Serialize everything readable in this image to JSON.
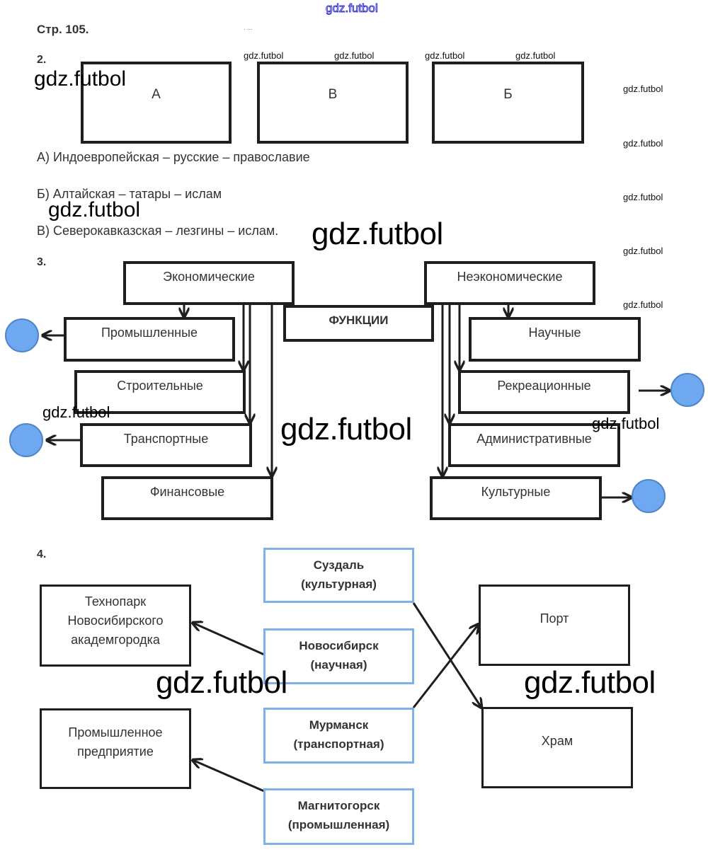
{
  "page": {
    "heading": "Стр. 105.",
    "stray_marks": ". ...",
    "accent_colors": {
      "circle_fill": "#6ea8f0",
      "city_box_border": "#7fb0ea",
      "line": "#1e1e1e"
    }
  },
  "watermarks": {
    "top_outline": "gdz.futbol",
    "small": [
      "gdz.futbol",
      "gdz.futbol",
      "gdz.futbol",
      "gdz.futbol",
      "gdz.futbol",
      "gdz.futbol",
      "gdz.futbol",
      "gdz.futbol",
      "gdz.futbol"
    ],
    "large": [
      "gdz.futbol",
      "gdz.futbol",
      "gdz.futbol",
      "gdz.futbol",
      "gdz.futbol",
      "gdz.futbol",
      "gdz.futbol",
      "gdz.futbol"
    ]
  },
  "task2": {
    "number": "2.",
    "boxes": [
      "А",
      "В",
      "Б"
    ],
    "answers": [
      "А) Индоевропейская – русские – православие",
      "Б) Алтайская – татары – ислам",
      "В) Северокавказская – лезгины – ислам."
    ]
  },
  "task3": {
    "number": "3.",
    "center": "ФУНКЦИИ",
    "economic": {
      "title": "Экономические",
      "items": [
        "Промышленные",
        "Строительные",
        "Транспортные",
        "Финансовые"
      ]
    },
    "non_economic": {
      "title": "Неэкономические",
      "items": [
        "Научные",
        "Рекреационные",
        "Административные",
        "Культурные"
      ]
    },
    "marked_items": [
      "Промышленные",
      "Транспортные",
      "Рекреационные",
      "Культурные"
    ]
  },
  "task4": {
    "number": "4.",
    "cities": [
      {
        "name": "Суздаль",
        "type": "(культурная)"
      },
      {
        "name": "Новосибирск",
        "type": "(научная)"
      },
      {
        "name": "Мурманск",
        "type": "(транспортная)"
      },
      {
        "name": "Магнитогорск",
        "type": "(промышленная)"
      }
    ],
    "left_targets": [
      [
        "Технопарк",
        "Новосибирского",
        "академгородка"
      ],
      [
        "Промышленное",
        "предприятие"
      ]
    ],
    "right_targets": [
      "Порт",
      "Храм"
    ],
    "links": [
      {
        "from": "Суздаль",
        "to": "Храм"
      },
      {
        "from": "Новосибирск",
        "to": "Технопарк Новосибирского академгородка"
      },
      {
        "from": "Мурманск",
        "to": "Порт"
      },
      {
        "from": "Магнитогорск",
        "to": "Промышленное предприятие"
      }
    ]
  }
}
